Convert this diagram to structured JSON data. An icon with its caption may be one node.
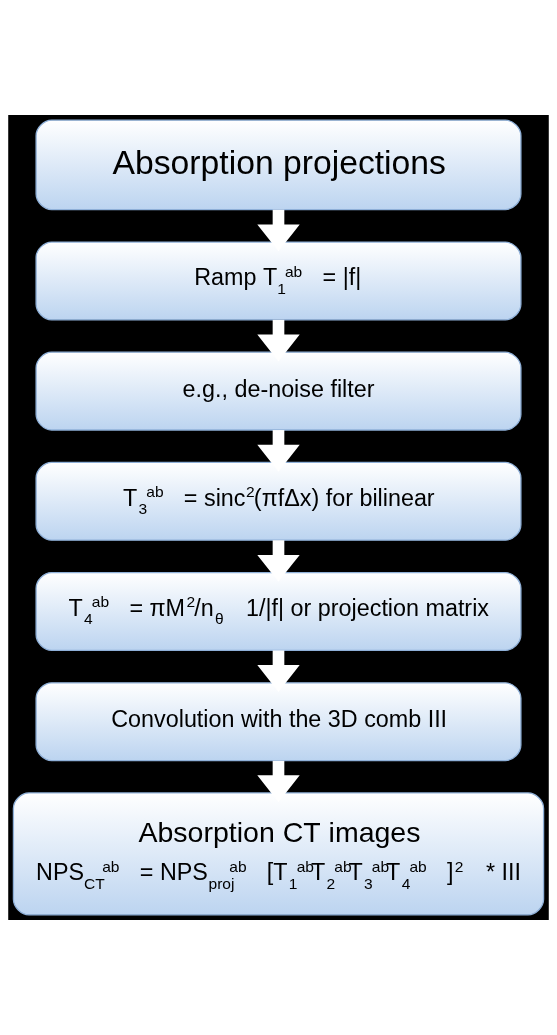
{
  "diagram": {
    "nodes": [
      {
        "text": [
          "Absorption projections"
        ]
      },
      {
        "text": [
          "Ramp T$_{1}$$^{ab}$ = |f|"
        ]
      },
      {
        "text": [
          "e.g., de-noise filter"
        ]
      },
      {
        "text": [
          "T$_{3}$$^{ab}$ = sinc$^{2}$(πfΔx) for bilinear"
        ]
      },
      {
        "text": [
          "T$_{4}$$^{ab}$ = πM$^{2}$/n$_{θ}$ 1/|f| or projection matrix"
        ]
      },
      {
        "text": [
          "Convolution with the 3D comb III"
        ]
      },
      {
        "text": [
          "Absorption CT images",
          "NPS$_{CT}$$^{ab}$ = NPS$_{proj}$$^{ab}$ [T$_{1}$$^{ab}$T$_{2}$$^{ab}$T$_{3}$$^{ab}$T$_{4}$$^{ab}$ ]$^{2}$ * III"
        ]
      }
    ],
    "edges": [
      {
        "from": 0,
        "to": 1,
        "arrow": "to"
      },
      {
        "from": 1,
        "to": 2,
        "arrow": "to"
      },
      {
        "from": 2,
        "to": 3,
        "arrow": "to"
      },
      {
        "from": 3,
        "to": 4,
        "arrow": "to"
      },
      {
        "from": 4,
        "to": 5,
        "arrow": "to"
      },
      {
        "from": 5,
        "to": 6,
        "arrow": "to"
      }
    ]
  }
}
